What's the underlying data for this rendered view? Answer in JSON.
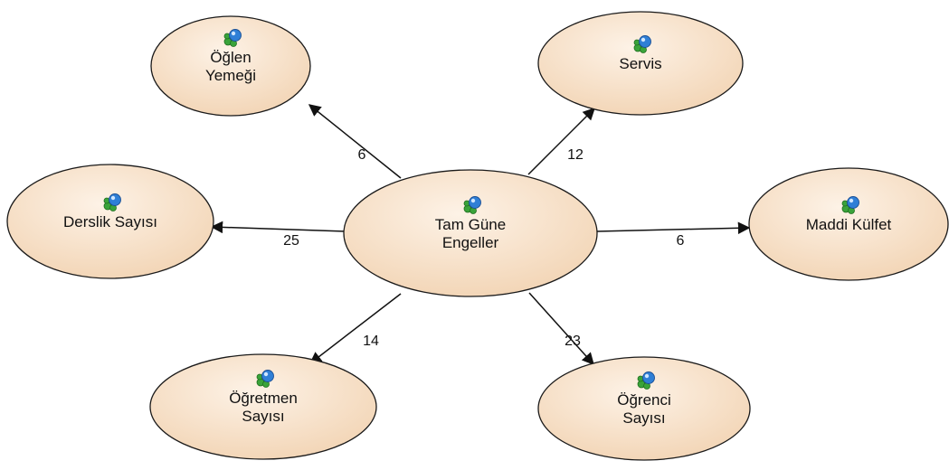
{
  "colors": {
    "node_fill_light": "#fdf2e6",
    "node_fill_dark": "#f2d4b4",
    "node_stroke": "#1a1a1a",
    "edge": "#111111",
    "icon_green": "#3aa33a",
    "icon_blue": "#2f7fd6"
  },
  "nodes": {
    "center": {
      "label_lines": [
        "Tam Güne",
        "Engeller"
      ],
      "icon": "concept-icon"
    },
    "oglen": {
      "label_lines": [
        "Öğlen",
        "Yemeği"
      ],
      "icon": "concept-icon"
    },
    "servis": {
      "label_lines": [
        "Servis"
      ],
      "icon": "concept-icon"
    },
    "derslik": {
      "label_lines": [
        "Derslik Sayısı"
      ],
      "icon": "concept-icon"
    },
    "maddi": {
      "label_lines": [
        "Maddi Külfet"
      ],
      "icon": "concept-icon"
    },
    "ogretmen": {
      "label_lines": [
        "Öğretmen",
        "Sayısı"
      ],
      "icon": "concept-icon"
    },
    "ogrenci": {
      "label_lines": [
        "Öğrenci",
        "Sayısı"
      ],
      "icon": "concept-icon"
    }
  },
  "edges": [
    {
      "id": "oglen",
      "label": "6"
    },
    {
      "id": "servis",
      "label": "12"
    },
    {
      "id": "derslik",
      "label": "25"
    },
    {
      "id": "maddi",
      "label": "6"
    },
    {
      "id": "ogretmen",
      "label": "14"
    },
    {
      "id": "ogrenci",
      "label": "23"
    }
  ]
}
